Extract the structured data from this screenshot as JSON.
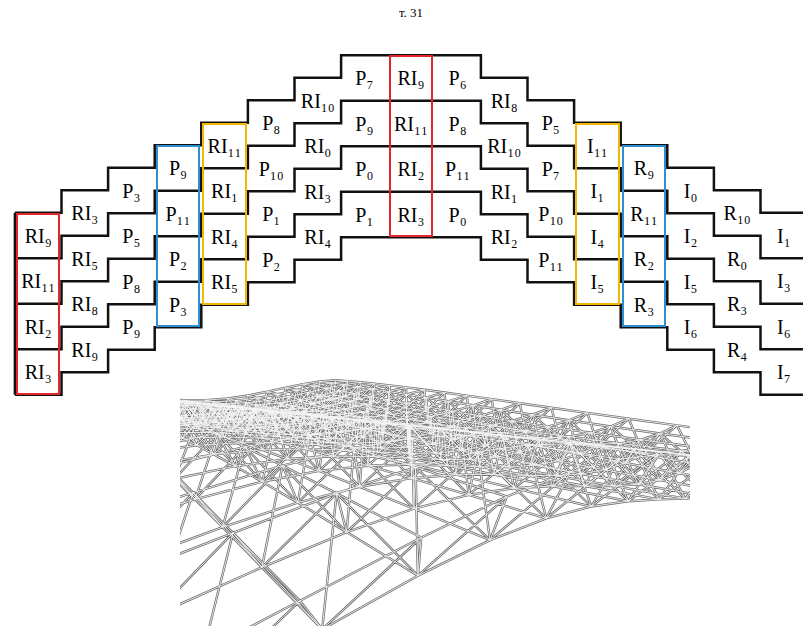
{
  "diagram": {
    "nodes": [
      {
        "text": [
          "RI₉",
          "RI₁₁",
          "RI₂",
          "RI₃"
        ]
      },
      {
        "text": [
          "P₉",
          "P₁₁",
          "P₂",
          "P₃"
        ]
      },
      {
        "text": [
          "RI₁₁",
          "RI₁",
          "RI₄",
          "RI₅"
        ]
      },
      {
        "text": [
          "RI₉",
          "RI₁₁",
          "RI₂",
          "RI₃"
        ]
      },
      {
        "text": [
          "I₁₁",
          "I₁",
          "I₄",
          "I₅"
        ]
      },
      {
        "text": [
          "R₉",
          "R₁₁",
          "R₂",
          "R₃"
        ]
      }
    ],
    "labels": [
      "т. 31",
      "RI₃",
      "RI₅",
      "RI₈",
      "RI₉",
      "P₃",
      "P₅",
      "P₈",
      "P₉",
      "P₈",
      "P₁₀",
      "P₁",
      "P₂",
      "RI₁₀",
      "RI₀",
      "RI₃",
      "RI₄",
      "P₇",
      "P₉",
      "P₀",
      "P₁",
      "P₆",
      "P₈",
      "P₁₁",
      "P₀",
      "RI₈",
      "RI₁₀",
      "RI₁",
      "RI₂",
      "P₅",
      "P₇",
      "P₁₀",
      "P₁₁",
      "I₀",
      "I₂",
      "I₅",
      "I₆",
      "R₁₀",
      "R₀",
      "R₃",
      "R₄",
      "I₁",
      "I₃",
      "I₆",
      "I₇"
    ]
  }
}
